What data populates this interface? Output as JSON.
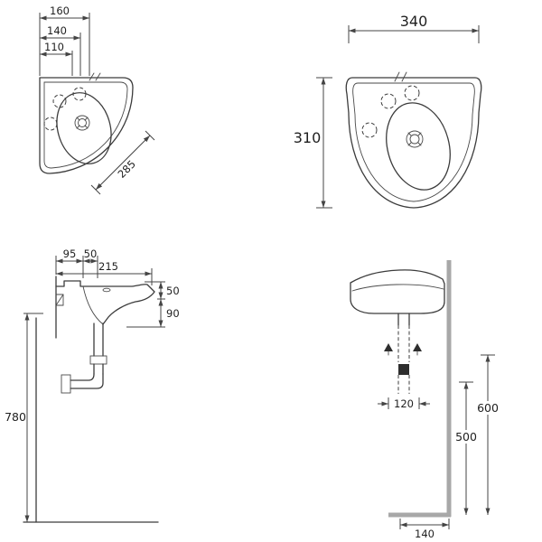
{
  "dims": {
    "corner_plan": {
      "w160": "160",
      "w140": "140",
      "w110": "110",
      "diag285": "285"
    },
    "plan": {
      "w340": "340",
      "d310": "310"
    },
    "side": {
      "a95": "95",
      "b50": "50",
      "c215": "215",
      "rim50": "50",
      "apron90": "90",
      "h780": "780"
    },
    "front": {
      "w120": "120",
      "h600": "600",
      "h500": "500",
      "w140": "140"
    }
  }
}
